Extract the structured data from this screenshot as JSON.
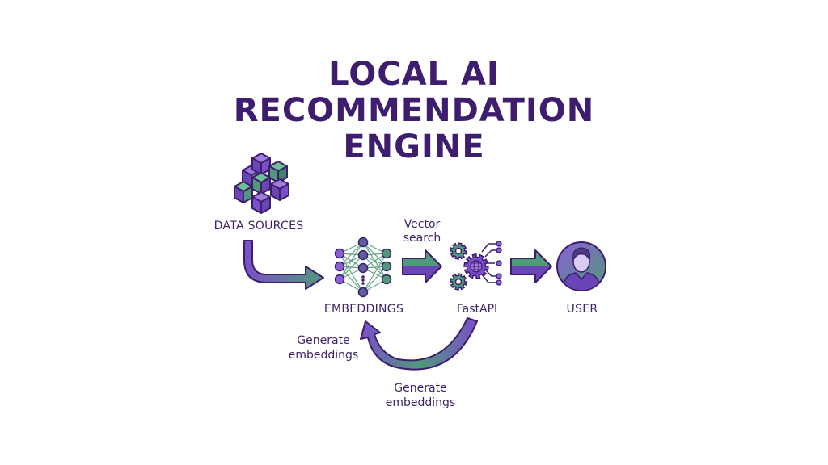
{
  "title": {
    "line1": "LOCAL AI",
    "line2": "RECOMMENDATION",
    "line3": "ENGINE"
  },
  "nodes": {
    "data_sources": "DATA SOURCES",
    "embeddings": "EMBEDDINGS",
    "fastapi": "FastAPI",
    "user": "USER"
  },
  "edges": {
    "vector_search_line1": "Vector",
    "vector_search_line2": "search",
    "generate_left_line1": "Generate",
    "generate_left_line2": "embeddings",
    "generate_bottom_line1": "Generate",
    "generate_bottom_line2": "embeddings"
  },
  "colors": {
    "purple_dark": "#3e1d6e",
    "purple": "#7b4fc9",
    "green": "#4f9a7a"
  }
}
